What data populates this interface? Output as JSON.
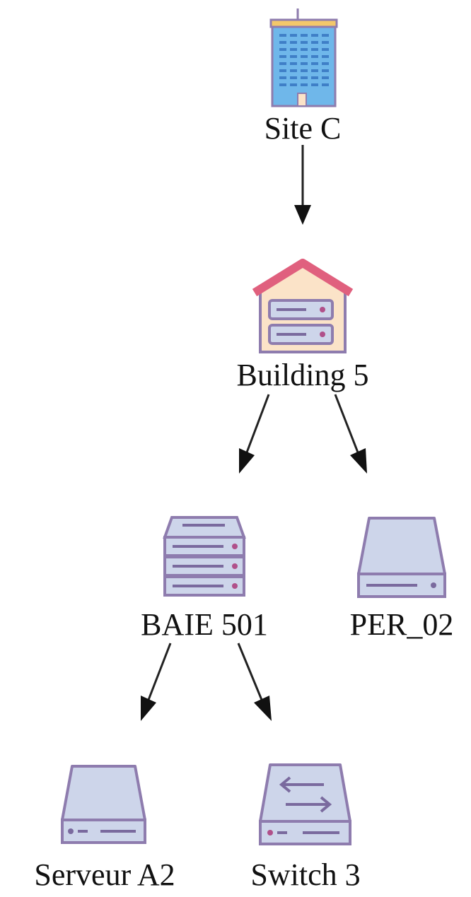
{
  "nodes": [
    {
      "id": "site",
      "label": "Site C",
      "icon": "building-icon"
    },
    {
      "id": "building",
      "label": "Building 5",
      "icon": "server-room-icon"
    },
    {
      "id": "baie",
      "label": "BAIE 501",
      "icon": "rack-icon"
    },
    {
      "id": "per",
      "label": "PER_02",
      "icon": "storage-device-icon"
    },
    {
      "id": "serveur",
      "label": "Serveur A2",
      "icon": "server-icon"
    },
    {
      "id": "switch",
      "label": "Switch 3",
      "icon": "switch-icon"
    }
  ],
  "edges": [
    {
      "from": "Site C",
      "to": "Building 5"
    },
    {
      "from": "Building 5",
      "to": "BAIE 501"
    },
    {
      "from": "Building 5",
      "to": "PER_02"
    },
    {
      "from": "BAIE 501",
      "to": "Serveur A2"
    },
    {
      "from": "BAIE 501",
      "to": "Switch 3"
    }
  ],
  "colors": {
    "icon_fill": "#cdd5ea",
    "icon_stroke": "#8e7cae",
    "roof": "#e0607e",
    "house_wall": "#fbe3c8",
    "tower_top": "#f3c86a",
    "tower_body": "#6fb7ea",
    "edge": "#222222"
  }
}
